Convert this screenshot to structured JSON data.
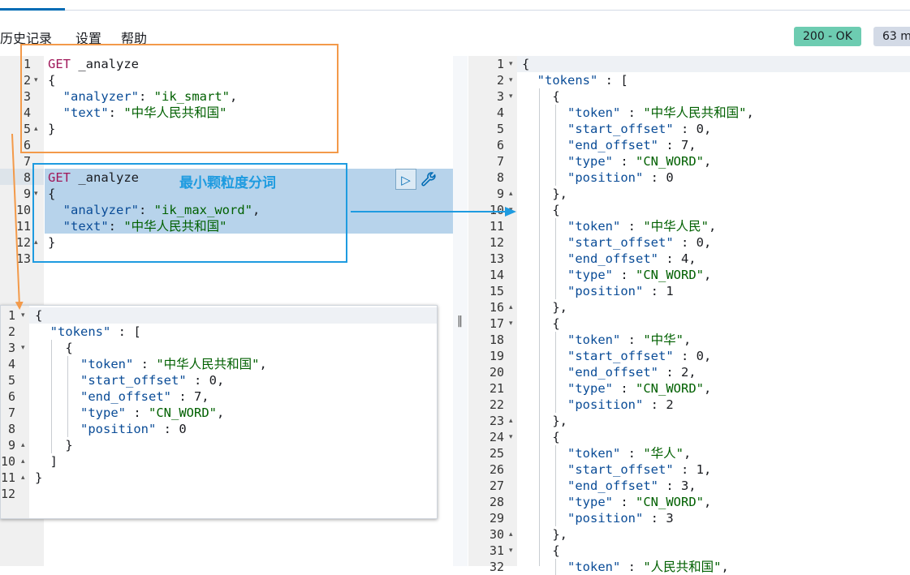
{
  "menu": {
    "history": "历史记录",
    "settings": "设置",
    "help": "帮助"
  },
  "status": {
    "code": "200 - OK",
    "time": "63 m"
  },
  "annotation": {
    "label": "最小颗粒度分词"
  },
  "request": {
    "line_numbers": [
      "1",
      "2",
      "3",
      "4",
      "5",
      "6",
      "7",
      "8",
      "9",
      "10",
      "11",
      "12",
      "13"
    ],
    "lines": [
      [
        [
          "kw",
          "GET"
        ],
        [
          "plain",
          " _analyze"
        ]
      ],
      [
        [
          "plain",
          "{"
        ]
      ],
      [
        [
          "plain",
          "  "
        ],
        [
          "key",
          "\"analyzer\""
        ],
        [
          "plain",
          ": "
        ],
        [
          "str",
          "\"ik_smart\""
        ],
        [
          "plain",
          ","
        ]
      ],
      [
        [
          "plain",
          "  "
        ],
        [
          "key",
          "\"text\""
        ],
        [
          "plain",
          ": "
        ],
        [
          "str",
          "\"中华人民共和国\""
        ]
      ],
      [
        [
          "plain",
          "}"
        ]
      ],
      [
        [
          "plain",
          ""
        ]
      ],
      [
        [
          "plain",
          ""
        ]
      ],
      [
        [
          "kw",
          "GET"
        ],
        [
          "plain",
          " _analyze"
        ]
      ],
      [
        [
          "plain",
          "{"
        ]
      ],
      [
        [
          "plain",
          "  "
        ],
        [
          "key",
          "\"analyzer\""
        ],
        [
          "plain",
          ": "
        ],
        [
          "str",
          "\"ik_max_word\""
        ],
        [
          "plain",
          ","
        ]
      ],
      [
        [
          "plain",
          "  "
        ],
        [
          "key",
          "\"text\""
        ],
        [
          "plain",
          ": "
        ],
        [
          "str",
          "\"中华人民共和国\""
        ]
      ],
      [
        [
          "plain",
          "}"
        ]
      ],
      [
        [
          "plain",
          ""
        ]
      ]
    ],
    "fold_marks": {
      "2": "▾",
      "5": "▴",
      "9": "▾",
      "12": "▴"
    }
  },
  "popup": {
    "line_numbers": [
      "1",
      "2",
      "3",
      "4",
      "5",
      "6",
      "7",
      "8",
      "9",
      "10",
      "11",
      "12"
    ],
    "lines": [
      [
        [
          "plain",
          "{"
        ]
      ],
      [
        [
          "plain",
          "  "
        ],
        [
          "key",
          "\"tokens\""
        ],
        [
          "plain",
          " : ["
        ]
      ],
      [
        [
          "plain",
          "    {"
        ]
      ],
      [
        [
          "plain",
          "      "
        ],
        [
          "key",
          "\"token\""
        ],
        [
          "plain",
          " : "
        ],
        [
          "str",
          "\"中华人民共和国\""
        ],
        [
          "plain",
          ","
        ]
      ],
      [
        [
          "plain",
          "      "
        ],
        [
          "key",
          "\"start_offset\""
        ],
        [
          "plain",
          " : 0,"
        ]
      ],
      [
        [
          "plain",
          "      "
        ],
        [
          "key",
          "\"end_offset\""
        ],
        [
          "plain",
          " : 7,"
        ]
      ],
      [
        [
          "plain",
          "      "
        ],
        [
          "key",
          "\"type\""
        ],
        [
          "plain",
          " : "
        ],
        [
          "str",
          "\"CN_WORD\""
        ],
        [
          "plain",
          ","
        ]
      ],
      [
        [
          "plain",
          "      "
        ],
        [
          "key",
          "\"position\""
        ],
        [
          "plain",
          " : 0"
        ]
      ],
      [
        [
          "plain",
          "    }"
        ]
      ],
      [
        [
          "plain",
          "  ]"
        ]
      ],
      [
        [
          "plain",
          "}"
        ]
      ],
      [
        [
          "plain",
          ""
        ]
      ]
    ],
    "fold_marks": {
      "1": "▾",
      "3": "▾",
      "9": "▴",
      "10": "▴",
      "11": "▴"
    }
  },
  "response": {
    "line_numbers": [
      "1",
      "2",
      "3",
      "4",
      "5",
      "6",
      "7",
      "8",
      "9",
      "10",
      "11",
      "12",
      "13",
      "14",
      "15",
      "16",
      "17",
      "18",
      "19",
      "20",
      "21",
      "22",
      "23",
      "24",
      "25",
      "26",
      "27",
      "28",
      "29",
      "30",
      "31",
      "32"
    ],
    "lines": [
      [
        [
          "plain",
          "{"
        ]
      ],
      [
        [
          "plain",
          "  "
        ],
        [
          "key",
          "\"tokens\""
        ],
        [
          "plain",
          " : ["
        ]
      ],
      [
        [
          "plain",
          "    {"
        ]
      ],
      [
        [
          "plain",
          "      "
        ],
        [
          "key",
          "\"token\""
        ],
        [
          "plain",
          " : "
        ],
        [
          "str",
          "\"中华人民共和国\""
        ],
        [
          "plain",
          ","
        ]
      ],
      [
        [
          "plain",
          "      "
        ],
        [
          "key",
          "\"start_offset\""
        ],
        [
          "plain",
          " : 0,"
        ]
      ],
      [
        [
          "plain",
          "      "
        ],
        [
          "key",
          "\"end_offset\""
        ],
        [
          "plain",
          " : 7,"
        ]
      ],
      [
        [
          "plain",
          "      "
        ],
        [
          "key",
          "\"type\""
        ],
        [
          "plain",
          " : "
        ],
        [
          "str",
          "\"CN_WORD\""
        ],
        [
          "plain",
          ","
        ]
      ],
      [
        [
          "plain",
          "      "
        ],
        [
          "key",
          "\"position\""
        ],
        [
          "plain",
          " : 0"
        ]
      ],
      [
        [
          "plain",
          "    },"
        ]
      ],
      [
        [
          "plain",
          "    {"
        ]
      ],
      [
        [
          "plain",
          "      "
        ],
        [
          "key",
          "\"token\""
        ],
        [
          "plain",
          " : "
        ],
        [
          "str",
          "\"中华人民\""
        ],
        [
          "plain",
          ","
        ]
      ],
      [
        [
          "plain",
          "      "
        ],
        [
          "key",
          "\"start_offset\""
        ],
        [
          "plain",
          " : 0,"
        ]
      ],
      [
        [
          "plain",
          "      "
        ],
        [
          "key",
          "\"end_offset\""
        ],
        [
          "plain",
          " : 4,"
        ]
      ],
      [
        [
          "plain",
          "      "
        ],
        [
          "key",
          "\"type\""
        ],
        [
          "plain",
          " : "
        ],
        [
          "str",
          "\"CN_WORD\""
        ],
        [
          "plain",
          ","
        ]
      ],
      [
        [
          "plain",
          "      "
        ],
        [
          "key",
          "\"position\""
        ],
        [
          "plain",
          " : 1"
        ]
      ],
      [
        [
          "plain",
          "    },"
        ]
      ],
      [
        [
          "plain",
          "    {"
        ]
      ],
      [
        [
          "plain",
          "      "
        ],
        [
          "key",
          "\"token\""
        ],
        [
          "plain",
          " : "
        ],
        [
          "str",
          "\"中华\""
        ],
        [
          "plain",
          ","
        ]
      ],
      [
        [
          "plain",
          "      "
        ],
        [
          "key",
          "\"start_offset\""
        ],
        [
          "plain",
          " : 0,"
        ]
      ],
      [
        [
          "plain",
          "      "
        ],
        [
          "key",
          "\"end_offset\""
        ],
        [
          "plain",
          " : 2,"
        ]
      ],
      [
        [
          "plain",
          "      "
        ],
        [
          "key",
          "\"type\""
        ],
        [
          "plain",
          " : "
        ],
        [
          "str",
          "\"CN_WORD\""
        ],
        [
          "plain",
          ","
        ]
      ],
      [
        [
          "plain",
          "      "
        ],
        [
          "key",
          "\"position\""
        ],
        [
          "plain",
          " : 2"
        ]
      ],
      [
        [
          "plain",
          "    },"
        ]
      ],
      [
        [
          "plain",
          "    {"
        ]
      ],
      [
        [
          "plain",
          "      "
        ],
        [
          "key",
          "\"token\""
        ],
        [
          "plain",
          " : "
        ],
        [
          "str",
          "\"华人\""
        ],
        [
          "plain",
          ","
        ]
      ],
      [
        [
          "plain",
          "      "
        ],
        [
          "key",
          "\"start_offset\""
        ],
        [
          "plain",
          " : 1,"
        ]
      ],
      [
        [
          "plain",
          "      "
        ],
        [
          "key",
          "\"end_offset\""
        ],
        [
          "plain",
          " : 3,"
        ]
      ],
      [
        [
          "plain",
          "      "
        ],
        [
          "key",
          "\"type\""
        ],
        [
          "plain",
          " : "
        ],
        [
          "str",
          "\"CN_WORD\""
        ],
        [
          "plain",
          ","
        ]
      ],
      [
        [
          "plain",
          "      "
        ],
        [
          "key",
          "\"position\""
        ],
        [
          "plain",
          " : 3"
        ]
      ],
      [
        [
          "plain",
          "    },"
        ]
      ],
      [
        [
          "plain",
          "    {"
        ]
      ],
      [
        [
          "plain",
          "      "
        ],
        [
          "key",
          "\"token\""
        ],
        [
          "plain",
          " : "
        ],
        [
          "str",
          "\"人民共和国\""
        ],
        [
          "plain",
          ","
        ]
      ]
    ],
    "fold_marks": {
      "1": "▾",
      "2": "▾",
      "3": "▾",
      "9": "▴",
      "10": "▾",
      "16": "▴",
      "17": "▾",
      "23": "▴",
      "24": "▾",
      "30": "▴",
      "31": "▾"
    }
  },
  "colors": {
    "accent": "#006bb4",
    "status_ok": "#6dccb1",
    "orange_annotation": "#f39a4a",
    "blue_annotation": "#1e9be0"
  },
  "icons": {
    "run": "play-icon",
    "settings": "wrench-icon"
  }
}
